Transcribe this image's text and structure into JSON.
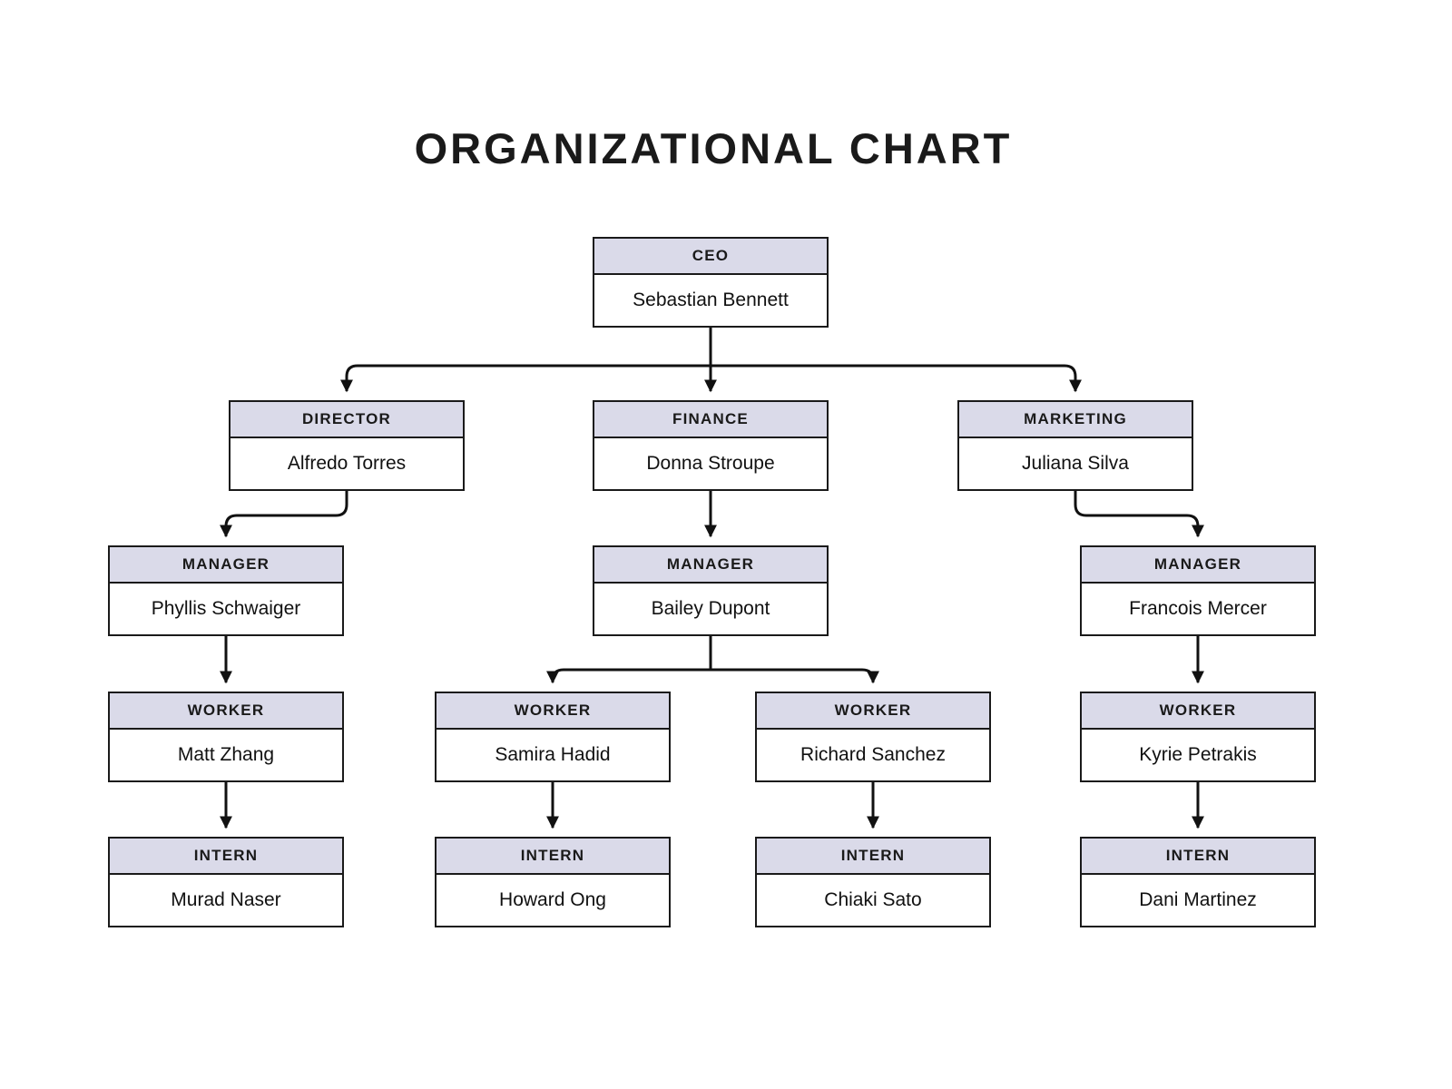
{
  "title": "ORGANIZATIONAL CHART",
  "colors": {
    "header_fill": "#dadae9",
    "box_border": "#1a1a1a",
    "line": "#111111",
    "background": "#ffffff",
    "text": "#1a1a1a"
  },
  "nodes": {
    "ceo": {
      "role": "CEO",
      "name": "Sebastian Bennett"
    },
    "director": {
      "role": "DIRECTOR",
      "name": "Alfredo Torres"
    },
    "finance": {
      "role": "FINANCE",
      "name": "Donna Stroupe"
    },
    "marketing": {
      "role": "MARKETING",
      "name": "Juliana Silva"
    },
    "manager_dir": {
      "role": "MANAGER",
      "name": "Phyllis Schwaiger"
    },
    "manager_fin": {
      "role": "MANAGER",
      "name": "Bailey Dupont"
    },
    "manager_mkt": {
      "role": "MANAGER",
      "name": "Francois Mercer"
    },
    "worker_dir": {
      "role": "WORKER",
      "name": "Matt Zhang"
    },
    "worker_fin1": {
      "role": "WORKER",
      "name": "Samira Hadid"
    },
    "worker_fin2": {
      "role": "WORKER",
      "name": "Richard Sanchez"
    },
    "worker_mkt": {
      "role": "WORKER",
      "name": "Kyrie Petrakis"
    },
    "intern_dir": {
      "role": "INTERN",
      "name": "Murad Naser"
    },
    "intern_fin1": {
      "role": "INTERN",
      "name": "Howard Ong"
    },
    "intern_fin2": {
      "role": "INTERN",
      "name": "Chiaki Sato"
    },
    "intern_mkt": {
      "role": "INTERN",
      "name": "Dani Martinez"
    }
  }
}
